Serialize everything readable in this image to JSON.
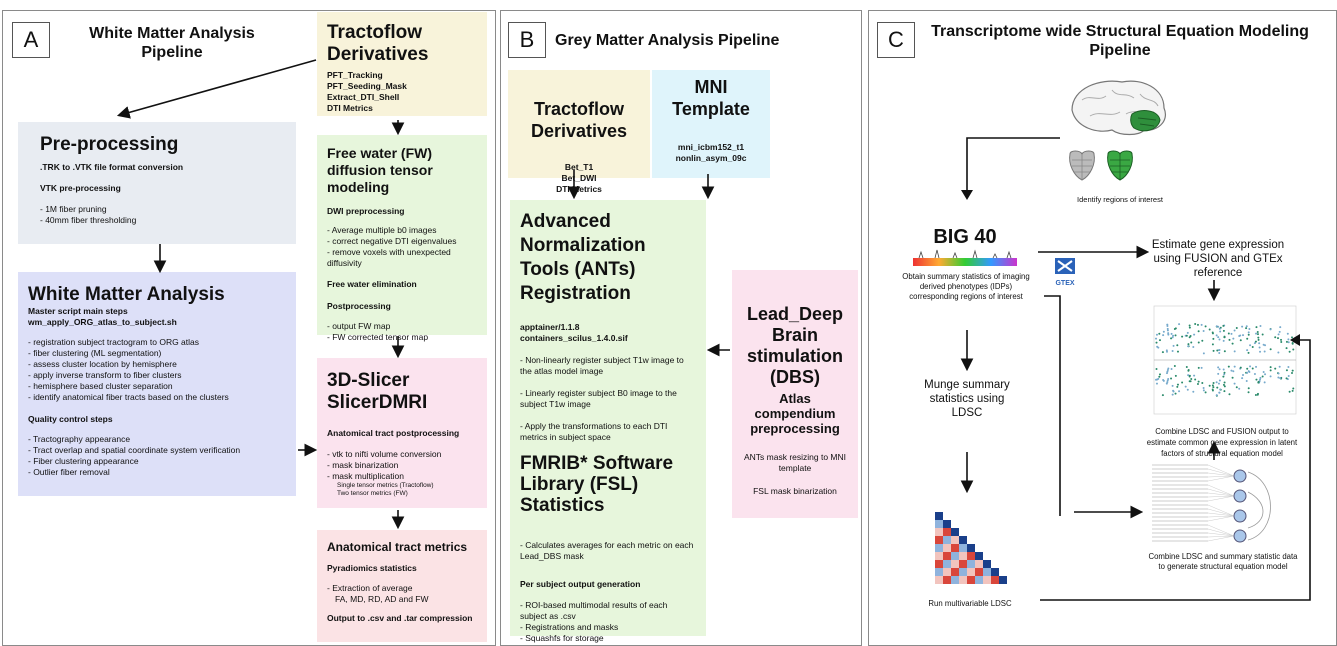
{
  "panelA": {
    "label": "A",
    "title": "White Matter Analysis Pipeline",
    "tracto": {
      "title": "Tractoflow Derivatives",
      "items": [
        "PFT_Tracking",
        "PFT_Seeding_Mask",
        "Extract_DTI_Shell",
        "DTI Metrics"
      ]
    },
    "preproc": {
      "title": "Pre-processing",
      "line1": ".TRK to .VTK file format conversion",
      "line2": "VTK pre-processing",
      "items": [
        "- 1M fiber pruning",
        "- 40mm fiber thresholding"
      ]
    },
    "wma": {
      "title": "White Matter Analysis",
      "sub1": "Master script main steps",
      "sub2": "wm_apply_ORG_atlas_to_subject.sh",
      "items": [
        "- registration subject tractogram to ORG atlas",
        "- fiber clustering (ML segmentation)",
        "- assess  cluster location by hemisphere",
        "- apply inverse transform to fiber clusters",
        "- hemisphere based cluster separation",
        "- identify anatomical fiber tracts based on the clusters"
      ],
      "qc_title": "Quality control steps",
      "qc_items": [
        "- Tractography appearance",
        "- Tract overlap and spatial coordinate system verification",
        "- Fiber clustering appearance",
        "- Outlier fiber removal"
      ]
    },
    "fw": {
      "title": "Free water (FW) diffusion tensor modeling",
      "s1": "DWI preprocessing",
      "s1_items": [
        "- Average multiple b0 images",
        "- correct negative DTI eigenvalues",
        "- remove voxels with unexpected diffusivity"
      ],
      "s2": "Free water elimination",
      "s3": "Postprocessing",
      "s3_items": [
        "- output FW map",
        "- FW corrected tensor map"
      ]
    },
    "slicer": {
      "title": "3D-Slicer SlicerDMRI",
      "sub": "Anatomical tract postprocessing",
      "items": [
        "- vtk to nifti volume conversion",
        "- mask binarization",
        "- mask multiplication"
      ],
      "small": [
        "Single tensor metrics (Tractoflow)",
        "Two tensor metrics (FW)"
      ]
    },
    "metrics": {
      "title": "Anatomical  tract metrics",
      "sub": "Pyradiomics statistics",
      "items": [
        "- Extraction of average",
        "FA, MD, RD, AD and FW"
      ],
      "out": "Output to .csv and .tar compression"
    }
  },
  "panelB": {
    "label": "B",
    "title": "Grey Matter Analysis Pipeline",
    "tracto": {
      "title": "Tractoflow Derivatives",
      "items": [
        "Bet_T1",
        "Bet_DWI",
        "DTI Metrics"
      ]
    },
    "mni": {
      "title": "MNI Template",
      "items": [
        "mni_icbm152_t1",
        "nonlin_asym_09c"
      ]
    },
    "ants": {
      "title": "Advanced Normalization Tools (ANTs) Registration",
      "sub": [
        "apptainer/1.1.8",
        "containers_scilus_1.4.0.sif"
      ],
      "items": [
        "- Non-linearly register subject T1w image to the atlas model image",
        "- Linearly register subject B0 image to the subject T1w image",
        "- Apply the transformations to each DTI metrics in subject space"
      ],
      "fsl_title": "FMRIB* Software Library (FSL) Statistics",
      "fsl_item": "- Calculates averages for each metric on each Lead_DBS mask",
      "out_title": "Per subject output generation",
      "out_items": [
        "- ROI-based multimodal results of each subject as .csv",
        "- Registrations and masks",
        "- Squashfs for storage"
      ]
    },
    "dbs": {
      "title": "Lead_Deep Brain stimulation (DBS)",
      "sub": "Atlas compendium preprocessing",
      "items": [
        "ANTs mask resizing to MNI template",
        "FSL mask binarization"
      ]
    }
  },
  "panelC": {
    "label": "C",
    "title": "Transcriptome wide Structural Equation Modeling Pipeline",
    "roi": "Identify regions of interest",
    "big40": "BIG 40",
    "gtex": "GTEX",
    "obtain": "Obtain summary statistics  of imaging derived phenotypes (IDPs) corresponding regions of interest",
    "estimate": "Estimate gene expression using FUSION and GTEx reference",
    "munge": "Munge summary statistics using LDSC",
    "combine1": "Combine LDSC and FUSION output to estimate common gene expression in latent factors of structural equation model",
    "combine2": "Combine LDSC and summary statistic data to generate structural equation model",
    "run": "Run multivariable LDSC"
  },
  "colors": {
    "tracto": "#f8f3da",
    "preproc": "#e8ecf2",
    "wma": "#dde0f8",
    "fw": "#e7f6dc",
    "slicer": "#fbe3ee",
    "metrics": "#fbe3e5",
    "mni": "#dff4fb",
    "ants": "#e7f6dc",
    "dbs": "#fbe3ee"
  }
}
